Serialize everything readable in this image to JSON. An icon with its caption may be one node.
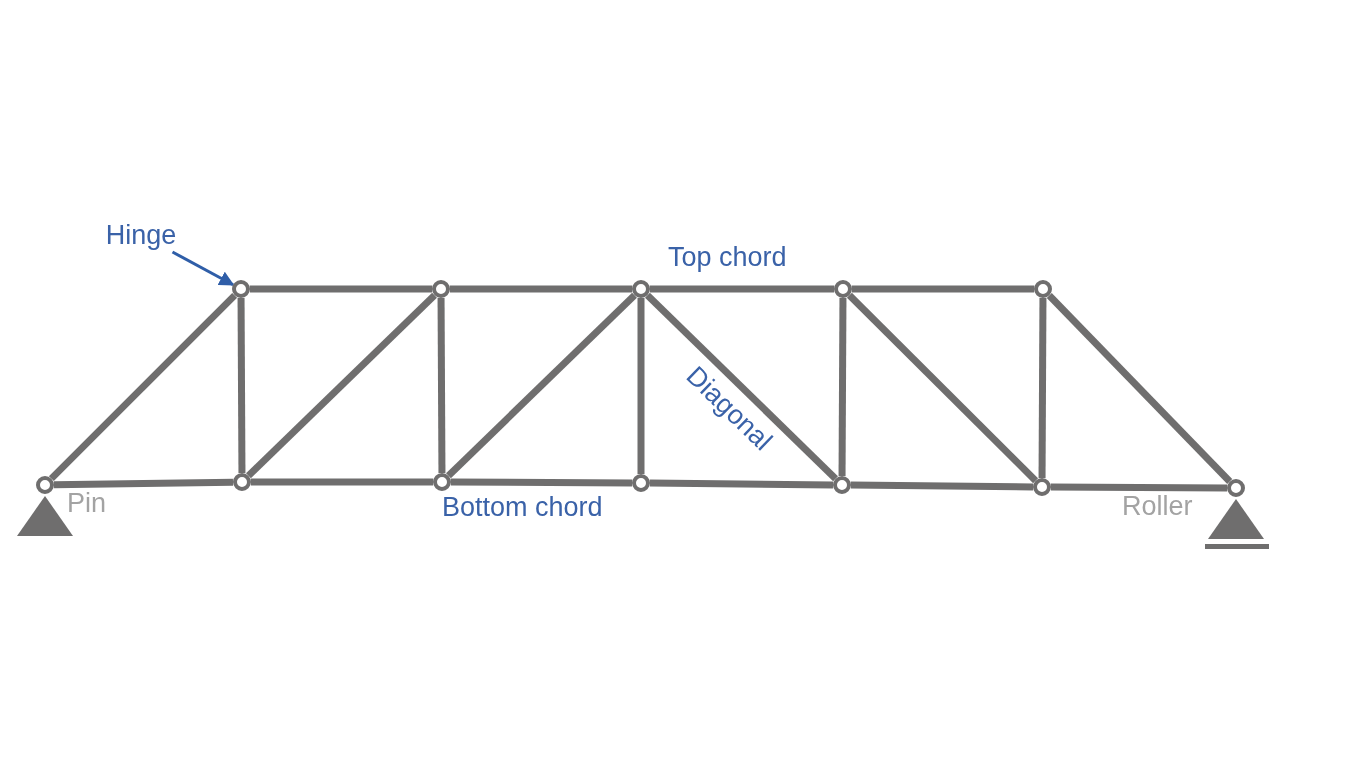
{
  "diagram": {
    "nodes": [
      {
        "text": [
          "Hinge"
        ]
      },
      {
        "text": [],
        "shape": "circle"
      },
      {
        "text": [],
        "shape": "circle"
      },
      {
        "text": [],
        "shape": "circle"
      },
      {
        "text": [],
        "shape": "circle"
      },
      {
        "text": [],
        "shape": "circle"
      },
      {
        "text": [],
        "shape": "circle"
      },
      {
        "text": [],
        "shape": "circle"
      },
      {
        "text": [],
        "shape": "circle"
      },
      {
        "text": [],
        "shape": "circle"
      },
      {
        "text": [],
        "shape": "circle"
      },
      {
        "text": [],
        "shape": "circle"
      },
      {
        "text": [],
        "shape": "circle"
      },
      {
        "text": [],
        "shape": "triangle",
        "beside": [
          "Pin"
        ]
      },
      {
        "text": [],
        "shape": "triangle",
        "beside": [
          "Roller"
        ]
      }
    ],
    "edges": [
      {
        "from": 0,
        "to": 1,
        "arrow": "to",
        "color": "#2f5ea8"
      },
      {
        "from": 1,
        "to": 2,
        "arrow": "none"
      },
      {
        "from": 2,
        "to": 3,
        "arrow": "none"
      },
      {
        "from": 3,
        "to": 4,
        "arrow": "none"
      },
      {
        "from": 4,
        "to": 5,
        "arrow": "none"
      },
      {
        "from": 6,
        "to": 7,
        "arrow": "none"
      },
      {
        "from": 7,
        "to": 8,
        "arrow": "none"
      },
      {
        "from": 8,
        "to": 9,
        "arrow": "none"
      },
      {
        "from": 9,
        "to": 10,
        "arrow": "none"
      },
      {
        "from": 10,
        "to": 11,
        "arrow": "none"
      },
      {
        "from": 11,
        "to": 12,
        "arrow": "none"
      },
      {
        "from": 1,
        "to": 7,
        "arrow": "none"
      },
      {
        "from": 2,
        "to": 8,
        "arrow": "none"
      },
      {
        "from": 3,
        "to": 9,
        "arrow": "none"
      },
      {
        "from": 4,
        "to": 10,
        "arrow": "none"
      },
      {
        "from": 5,
        "to": 11,
        "arrow": "none"
      },
      {
        "from": 6,
        "to": 1,
        "arrow": "none"
      },
      {
        "from": 7,
        "to": 2,
        "arrow": "none"
      },
      {
        "from": 8,
        "to": 3,
        "arrow": "none"
      },
      {
        "from": 3,
        "to": 10,
        "arrow": "none"
      },
      {
        "from": 4,
        "to": 11,
        "arrow": "none"
      },
      {
        "from": 5,
        "to": 12,
        "arrow": "none"
      }
    ],
    "labels": [
      "Top chord",
      "Diagonal",
      "Bottom chord"
    ]
  }
}
